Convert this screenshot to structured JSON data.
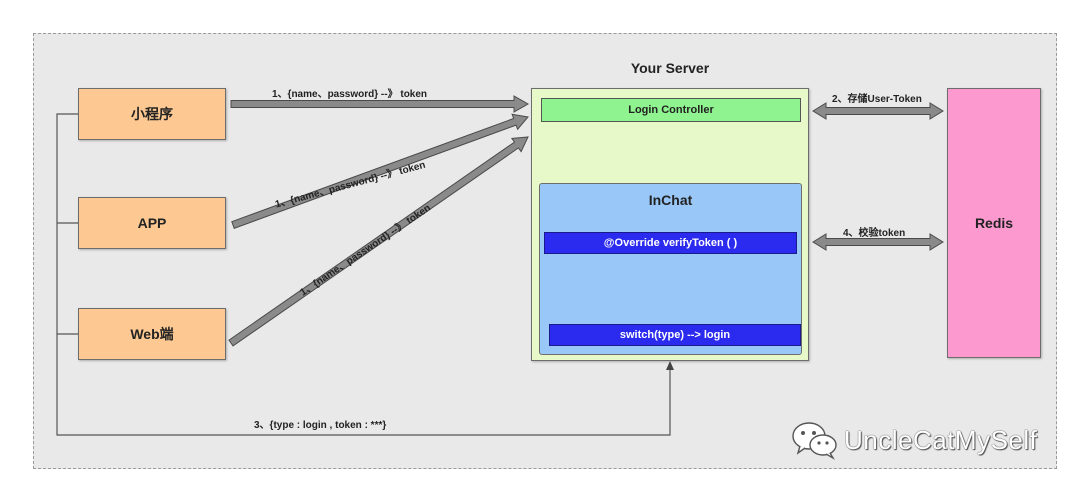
{
  "diagram": {
    "server_title": "Your Server",
    "login_controller": "Login Controller",
    "inchat_title": "InChat",
    "verify_token": "@Override  verifyToken ( )",
    "switch_login": "switch(type)  --> login",
    "redis": "Redis",
    "clients": [
      "小程序",
      "APP",
      "Web端"
    ],
    "edge_labels": {
      "mini_to_server": "1、{name、password} --》 token",
      "app_to_server": "1、{name、password} --》 token",
      "web_to_server": "1、{name、password} --》 token",
      "store_token": "2、存储User-Token",
      "verify_token": "4、校验token",
      "type_login": "3、{type : login , token : ***}"
    },
    "watermark": "UncleCatMySelf"
  },
  "colors": {
    "client_fill": "#fdc891",
    "server_fill": "#e7f8c9",
    "login_controller_fill": "#8ff48f",
    "inchat_fill": "#99c8f8",
    "blue_bar_fill": "#2b2bf0",
    "redis_fill": "#fc9ad0",
    "arrow_fill": "#8a8a8a"
  }
}
